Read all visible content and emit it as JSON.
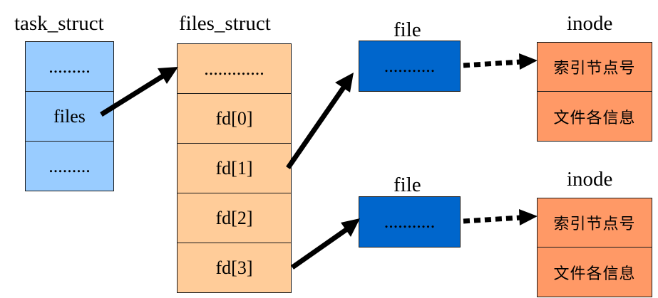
{
  "task_struct": {
    "title": "task_struct",
    "cells": [
      ".........",
      "files",
      "........."
    ]
  },
  "files_struct": {
    "title": "files_struct",
    "cells": [
      ".............",
      "fd[0]",
      "fd[1]",
      "fd[2]",
      "fd[3]"
    ]
  },
  "file_top": {
    "title": "file",
    "cell": "..........."
  },
  "file_bottom": {
    "title": "file",
    "cell": "..........."
  },
  "inode_top": {
    "title": "inode",
    "cells": [
      "索引节点号",
      "文件各信息"
    ]
  },
  "inode_bottom": {
    "title": "inode",
    "cells": [
      "索引节点号",
      "文件各信息"
    ]
  },
  "colors": {
    "task_struct": "#99ccff",
    "files_struct": "#ffcc99",
    "file": "#0066cc",
    "inode": "#ff9966"
  }
}
